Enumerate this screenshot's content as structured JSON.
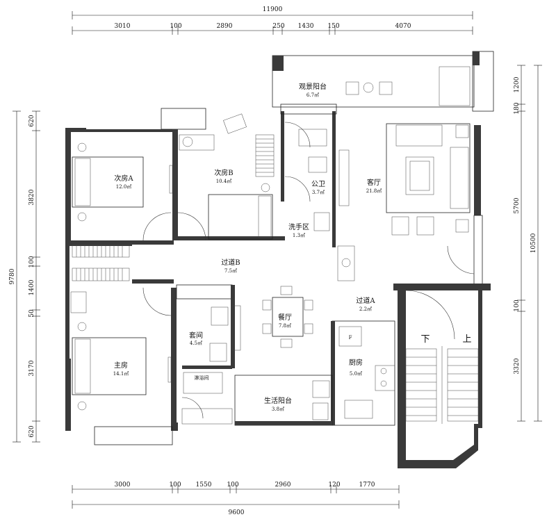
{
  "dimensions": {
    "top_total": "11900",
    "top_segments": [
      "3010",
      "100",
      "2890",
      "250",
      "1430",
      "150",
      "4070"
    ],
    "bottom_segments": [
      "3000",
      "100",
      "1550",
      "100",
      "2960",
      "120",
      "1770"
    ],
    "bottom_total": "9600",
    "left_total": "9780",
    "left_segments": [
      "620",
      "3820",
      "100",
      "1400",
      "50",
      "3170",
      "620"
    ],
    "right_segments": [
      "1200",
      "180",
      "5700",
      "100",
      "3320"
    ],
    "right_total": "10500"
  },
  "rooms": {
    "balcony_view": {
      "name": "观景阳台",
      "area": "6.7㎡"
    },
    "bedroom_a": {
      "name": "次房A",
      "area": "12.0㎡"
    },
    "bedroom_b": {
      "name": "次房B",
      "area": "10.4㎡"
    },
    "public_bath": {
      "name": "公卫",
      "area": "3.7㎡"
    },
    "living": {
      "name": "客厅",
      "area": "21.8㎡"
    },
    "wash_area": {
      "name": "洗手区",
      "area": "1.3㎡"
    },
    "corridor_b": {
      "name": "过道B",
      "area": "7.5㎡"
    },
    "dining": {
      "name": "餐厅",
      "area": "7.8㎡"
    },
    "corridor_a": {
      "name": "过道A",
      "area": "2.2㎡"
    },
    "ensuite": {
      "name": "套间",
      "area": "4.5㎡"
    },
    "master": {
      "name": "主房",
      "area": "14.1㎡"
    },
    "kitchen": {
      "name": "厨房",
      "area": "5.0㎡"
    },
    "shower": {
      "name": "淋浴间"
    },
    "service_balcony": {
      "name": "生活阳台",
      "area": "3.8㎡"
    }
  },
  "stairs": {
    "down": "下",
    "up": "上"
  },
  "fixtures": {
    "fridge_mark": "F"
  }
}
